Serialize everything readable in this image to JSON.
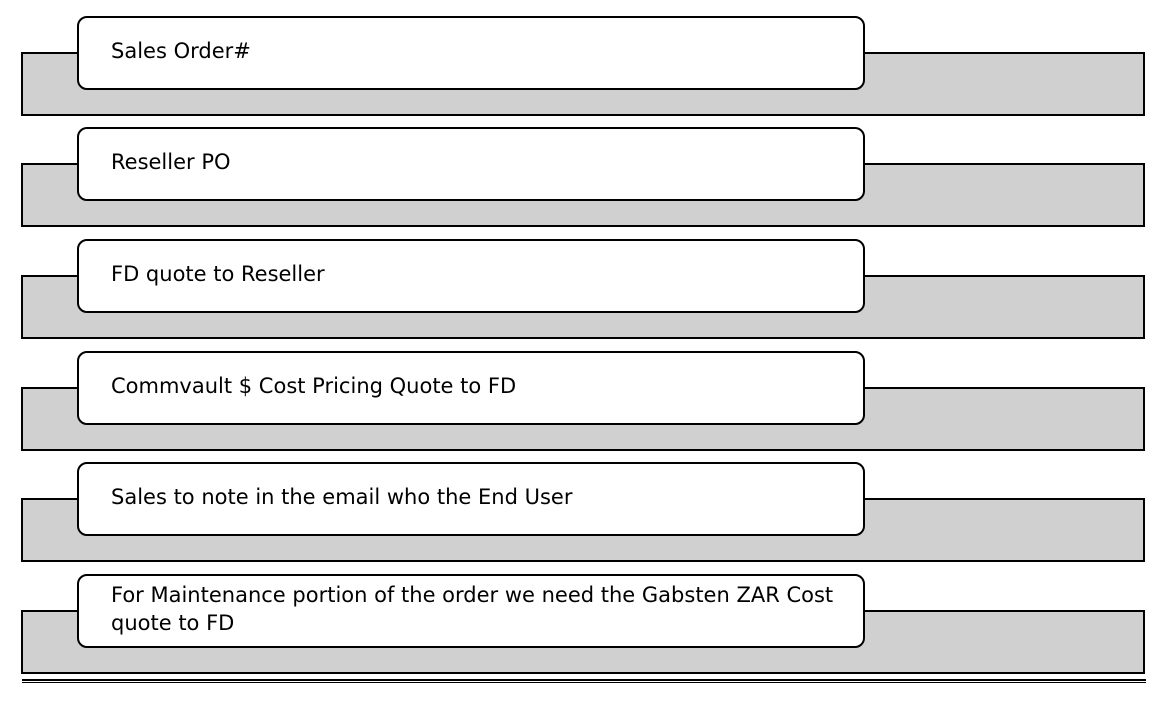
{
  "items": [
    {
      "label": "Sales Order#"
    },
    {
      "label": "Reseller PO"
    },
    {
      "label": "FD quote to Reseller"
    },
    {
      "label": "Commvault $ Cost Pricing Quote to FD"
    },
    {
      "label": "Sales to note in the email who the End User"
    },
    {
      "label": "For Maintenance portion of the order we need the Gabsten ZAR Cost quote to FD"
    }
  ],
  "colors": {
    "bar_fill": "#d0d0d0",
    "box_fill": "#ffffff",
    "stroke": "#000000"
  }
}
